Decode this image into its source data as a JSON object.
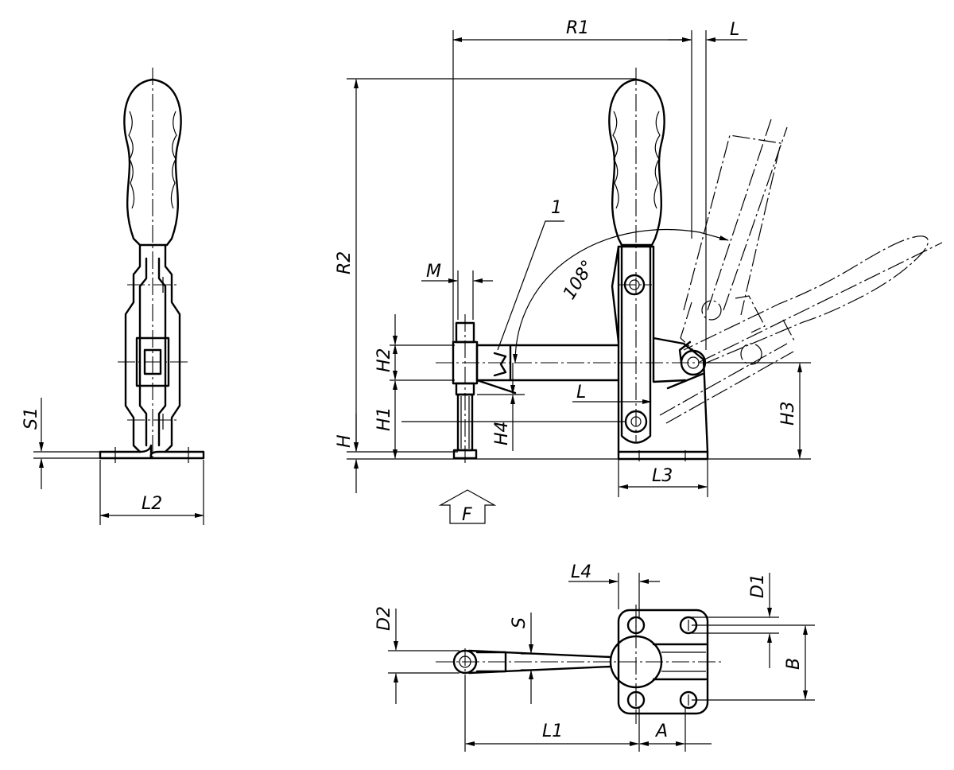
{
  "labels": {
    "R1": "R1",
    "L_top": "L",
    "R2": "R2",
    "part_1": "1",
    "M": "M",
    "angle": "108°",
    "H2": "H2",
    "H1": "H1",
    "H": "H",
    "H4": "H4",
    "L_mid": "L",
    "H3": "H3",
    "L3": "L3",
    "F": "F",
    "S1": "S1",
    "L2": "L2",
    "L4": "L4",
    "D1": "D1",
    "D2": "D2",
    "S": "S",
    "B": "B",
    "L1": "L1",
    "A": "A"
  }
}
